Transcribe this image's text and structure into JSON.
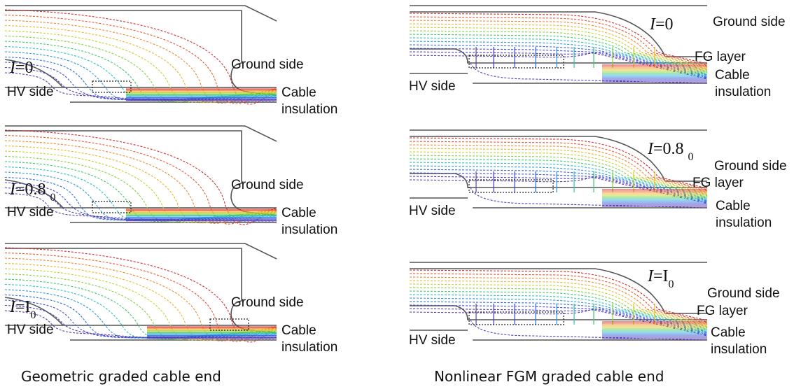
{
  "left_column": {
    "caption": "Geometric graded cable end",
    "panels": [
      {
        "current": {
          "symbol": "I",
          "value": "=0",
          "sub": ""
        },
        "labels": {
          "ground": "Ground side",
          "hv": "HV side",
          "cable1": "Cable",
          "cable2": "insulation"
        }
      },
      {
        "current": {
          "symbol": "I",
          "value": "=0.8 ",
          "sub": "0"
        },
        "labels": {
          "ground": "Ground side",
          "hv": "HV side",
          "cable1": "Cable",
          "cable2": "insulation"
        }
      },
      {
        "current": {
          "symbol": "I",
          "value": "=I",
          "sub": "0"
        },
        "labels": {
          "ground": "Ground side",
          "hv": "HV side",
          "cable1": "Cable",
          "cable2": "insulation"
        }
      }
    ]
  },
  "right_column": {
    "caption": "Nonlinear FGM graded cable end",
    "panels": [
      {
        "current": {
          "symbol": "I",
          "value": "=0",
          "sub": ""
        },
        "labels": {
          "ground": "Ground side",
          "fg": "FG layer",
          "hv": "HV side",
          "cable1": "Cable",
          "cable2": "insulation"
        }
      },
      {
        "current": {
          "symbol": "I",
          "value": "=0.8 ",
          "sub": "0"
        },
        "labels": {
          "ground": "Ground side",
          "fg": "FG layer",
          "hv": "HV side",
          "cable1": "Cable",
          "cable2": "insulation"
        }
      },
      {
        "current": {
          "symbol": "I",
          "value": "=I",
          "sub": "0"
        },
        "labels": {
          "ground": "Ground side",
          "fg": "FG layer",
          "hv": "HV side",
          "cable1": "Cable",
          "cable2": "insulation"
        }
      }
    ]
  },
  "equipotential_colors": [
    "#d03030",
    "#e85a30",
    "#f08a30",
    "#e8b830",
    "#c8d030",
    "#88d040",
    "#40c870",
    "#30c0c0",
    "#3098e0",
    "#3070e0",
    "#4050d0",
    "#5040c0",
    "#6040b0"
  ]
}
